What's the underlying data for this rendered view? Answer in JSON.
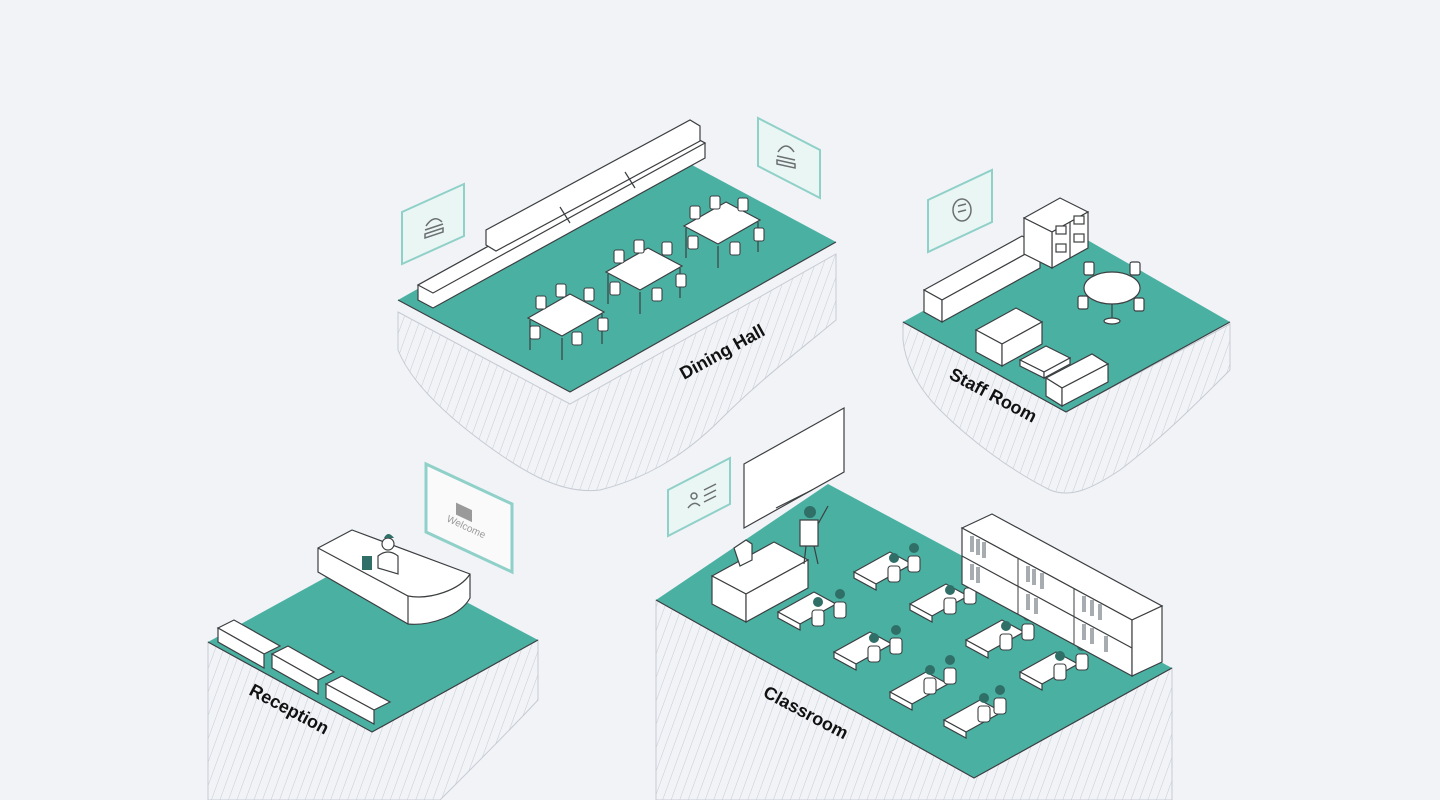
{
  "colors": {
    "background": "#f1f3f7",
    "floor": "#4ab0a2",
    "outline": "#3c3f41",
    "accent_dark": "#2f6f67",
    "screen_frame": "#8fd0c8"
  },
  "rooms": {
    "dining_hall": {
      "label": "Dining Hall",
      "screen_icons": [
        "burger-icon",
        "burger-icon"
      ]
    },
    "staff_room": {
      "label": "Staff Room",
      "screen_icons": [
        "chat-bubble-icon"
      ]
    },
    "reception": {
      "label": "Reception",
      "screen_text": "Welcome",
      "screen_icons": [
        "image-placeholder-icon"
      ]
    },
    "classroom": {
      "label": "Classroom",
      "screen_icons": [
        "profile-card-icon"
      ]
    }
  }
}
